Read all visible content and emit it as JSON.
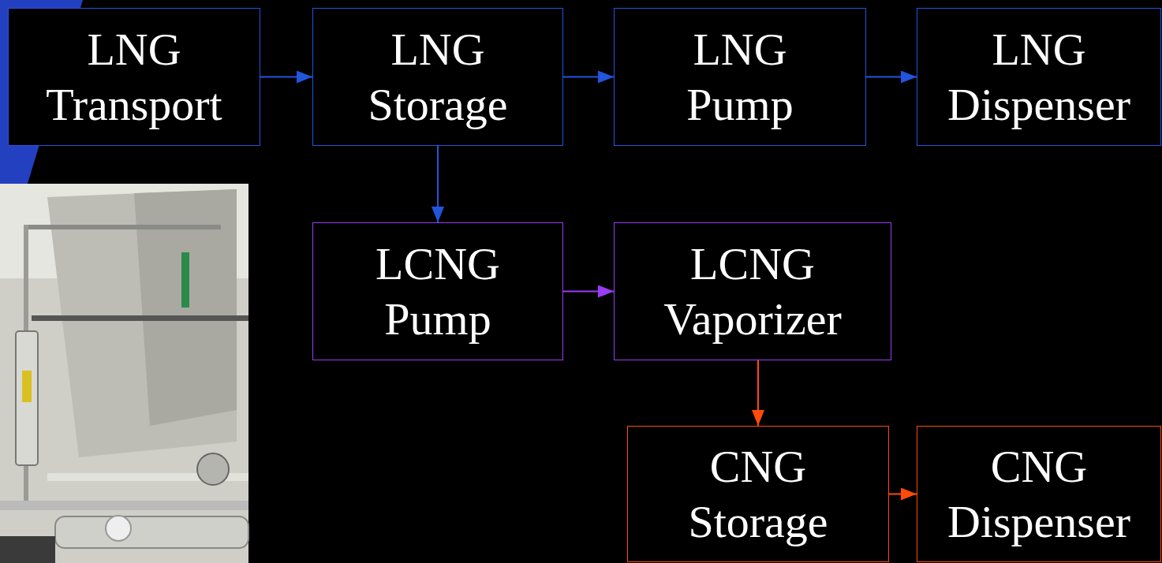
{
  "diagram": {
    "nodes": [
      {
        "text": [
          "LNG Transport"
        ]
      },
      {
        "text": [
          "LNG Storage"
        ]
      },
      {
        "text": [
          "LNG Pump"
        ]
      },
      {
        "text": [
          "LNG Dispenser"
        ]
      },
      {
        "text": [
          "LCNG Pump"
        ]
      },
      {
        "text": [
          "LCNG Vaporizer"
        ]
      },
      {
        "text": [
          "CNG Storage"
        ]
      },
      {
        "text": [
          "CNG Dispenser"
        ]
      }
    ],
    "edges": [
      {
        "from": 0,
        "to": 1,
        "arrow": "to"
      },
      {
        "from": 1,
        "to": 2,
        "arrow": "to"
      },
      {
        "from": 2,
        "to": 3,
        "arrow": "to"
      },
      {
        "from": 1,
        "to": 4,
        "arrow": "to"
      },
      {
        "from": 4,
        "to": 5,
        "arrow": "to"
      },
      {
        "from": 5,
        "to": 6,
        "arrow": "to"
      },
      {
        "from": 6,
        "to": 7,
        "arrow": "to"
      }
    ]
  }
}
